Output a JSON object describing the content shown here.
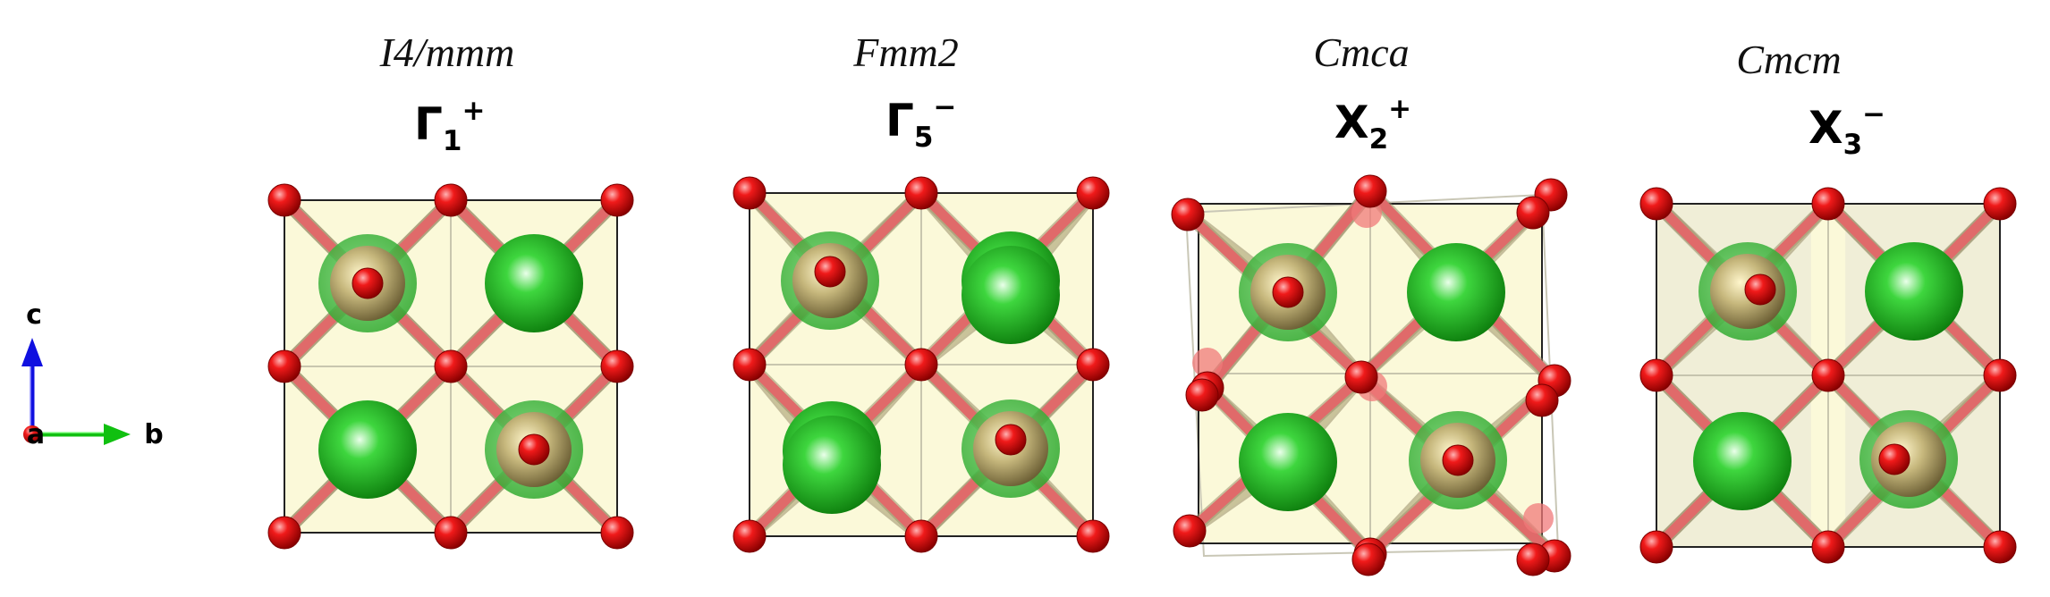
{
  "panels": [
    {
      "space_group": "I4/mmm",
      "irrep": {
        "base": "Γ",
        "sub": "1",
        "sup": "+"
      },
      "variant": "i4mmm"
    },
    {
      "space_group": "Fmm2",
      "irrep": {
        "base": "Γ",
        "sub": "5",
        "sup": "−"
      },
      "variant": "fmm2"
    },
    {
      "space_group": "Cmca",
      "irrep": {
        "base": "X",
        "sub": "2",
        "sup": "+"
      },
      "variant": "cmca"
    },
    {
      "space_group": "Cmcm",
      "irrep": {
        "base": "X",
        "sub": "3",
        "sup": "−"
      },
      "variant": "cmcm"
    }
  ],
  "axes": {
    "c": "c",
    "b": "b",
    "a": "a"
  },
  "colors": {
    "oxygen": "#e0000e",
    "cation_large": "#1fc51f",
    "cation_small": "#b0a070",
    "bond_red": "#e06a6a",
    "bond_tan": "#c9c39a",
    "face": "#fbf9d9",
    "face_dark": "#ecead6",
    "cell": "#222222",
    "axis_c": "#1010e0",
    "axis_b": "#10c010"
  }
}
